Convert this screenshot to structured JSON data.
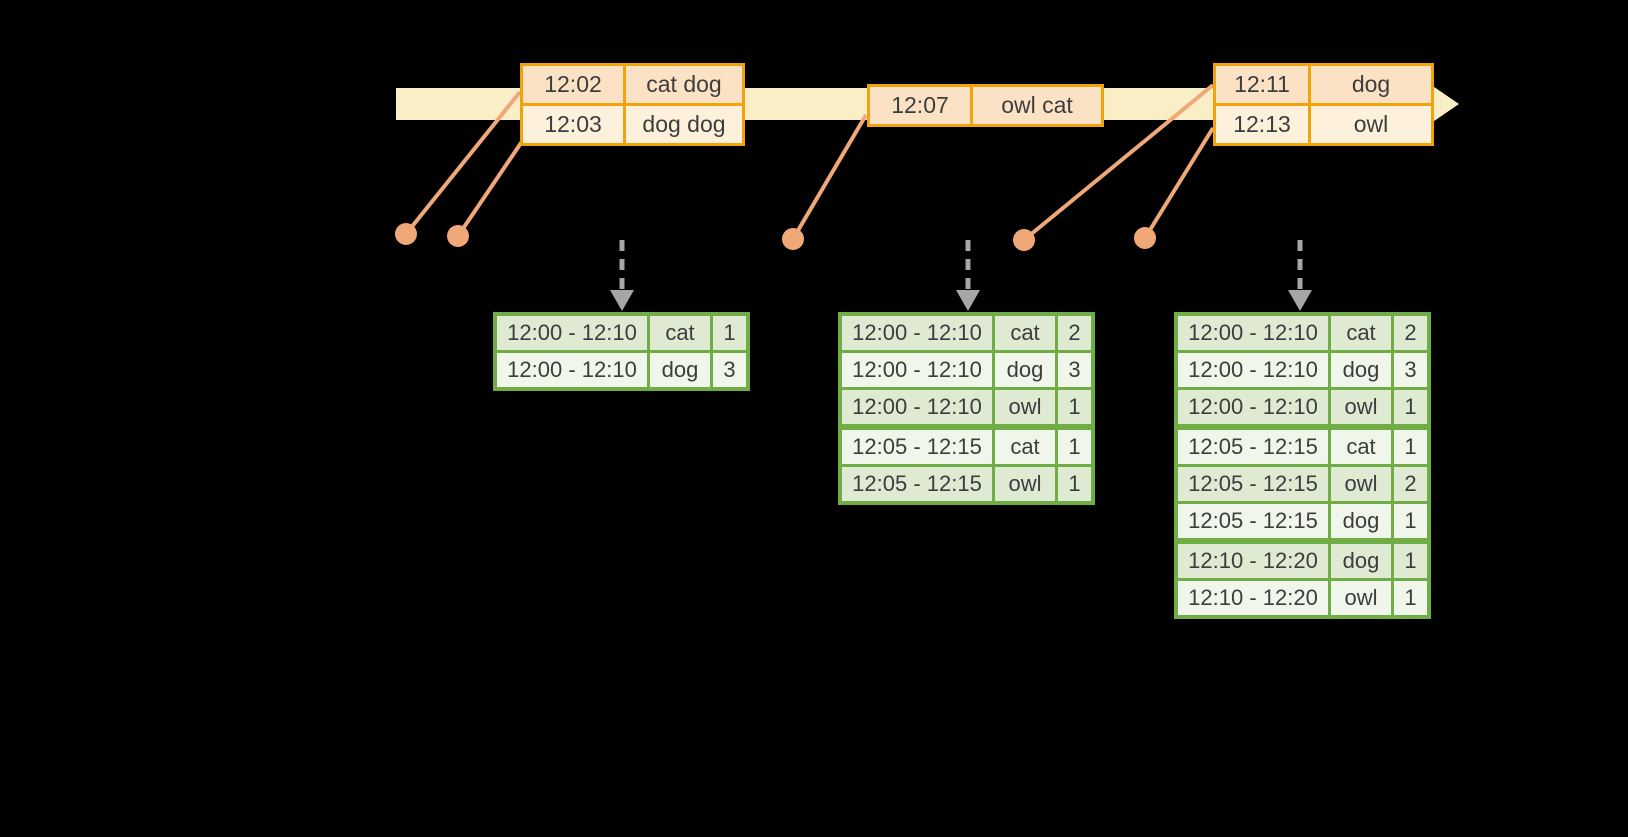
{
  "colors": {
    "background": "#000000",
    "timeline_fill": "#faeec6",
    "event_box_border": "#f0a30a",
    "event_row_fill_dark": "#fbe2c4",
    "event_row_fill_light": "#fdf1dc",
    "connector_orange": "#f1a878",
    "dashed_arrow_gray": "#a6a6a6",
    "result_table_border": "#70ad47",
    "result_row_fill_dark": "#dfead2",
    "result_row_fill_light": "#f1f6eb",
    "text": "#3d3d3d"
  },
  "timeline": {
    "event_groups": [
      {
        "rows": [
          {
            "time": "12:02",
            "words": "cat dog"
          },
          {
            "time": "12:03",
            "words": "dog dog"
          }
        ]
      },
      {
        "rows": [
          {
            "time": "12:07",
            "words": "owl cat"
          }
        ]
      },
      {
        "rows": [
          {
            "time": "12:11",
            "words": "dog"
          },
          {
            "time": "12:13",
            "words": "owl"
          }
        ]
      }
    ]
  },
  "result_tables": [
    {
      "rows": [
        {
          "window": "12:00 - 12:10",
          "word": "cat",
          "count": "1"
        },
        {
          "window": "12:00 - 12:10",
          "word": "dog",
          "count": "3"
        }
      ]
    },
    {
      "rows": [
        {
          "window": "12:00 - 12:10",
          "word": "cat",
          "count": "2"
        },
        {
          "window": "12:00 - 12:10",
          "word": "dog",
          "count": "3"
        },
        {
          "window": "12:00 - 12:10",
          "word": "owl",
          "count": "1"
        },
        {
          "window": "12:05 - 12:15",
          "word": "cat",
          "count": "1"
        },
        {
          "window": "12:05 - 12:15",
          "word": "owl",
          "count": "1"
        }
      ]
    },
    {
      "rows": [
        {
          "window": "12:00 - 12:10",
          "word": "cat",
          "count": "2"
        },
        {
          "window": "12:00 - 12:10",
          "word": "dog",
          "count": "3"
        },
        {
          "window": "12:00 - 12:10",
          "word": "owl",
          "count": "1"
        },
        {
          "window": "12:05 - 12:15",
          "word": "cat",
          "count": "1"
        },
        {
          "window": "12:05 - 12:15",
          "word": "owl",
          "count": "2"
        },
        {
          "window": "12:05 - 12:15",
          "word": "dog",
          "count": "1"
        },
        {
          "window": "12:10 - 12:20",
          "word": "dog",
          "count": "1"
        },
        {
          "window": "12:10 - 12:20",
          "word": "owl",
          "count": "1"
        }
      ]
    }
  ]
}
